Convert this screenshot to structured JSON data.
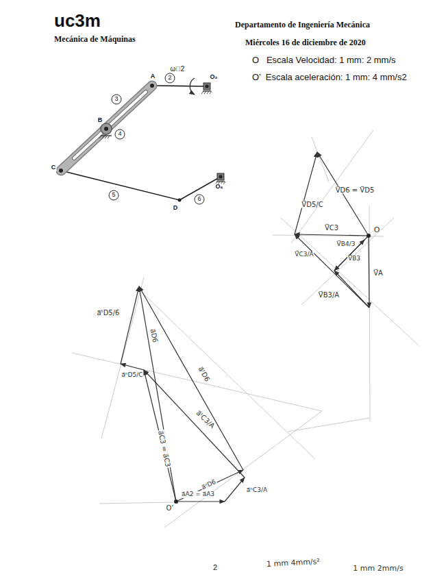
{
  "diagram": {
    "labels": [
      "uc3m",
      "Mecánica de Máquinas",
      "Departamento de Ingeniería Mecánica",
      "Miércoles 16 de diciembre de 2020",
      "O   Escala Velocidad: 1 mm: 2 mm/s",
      "O’  Escala aceleración: 1 mm: 4 mm/s2",
      "A",
      "ω⃗2",
      "O₂",
      "2",
      "3",
      "B",
      "4",
      "C",
      "5",
      "D",
      "6",
      "O₆",
      "O",
      "V⃗D6 = V⃗D5",
      "V⃗D5/C",
      "V⃗C3",
      "V⃗B4/3",
      "V⃗C3/A",
      "V⃗B3",
      "V⃗A",
      "V⃗B3/A",
      "a⃗ᵗD5/6",
      "a⃗D6",
      "a⃗ⁿD5/C",
      "a⃗ᵗD6",
      "a⃗ᵗC3/A",
      "a⃗C3 = a⃗C3",
      "O’",
      "a⃗A2 = a⃗A3",
      "a⃗ⁿD6",
      "a⃗ⁿC3/A",
      "2",
      "1 mm 4mm/s²",
      "1 mm 2mm/s"
    ]
  }
}
